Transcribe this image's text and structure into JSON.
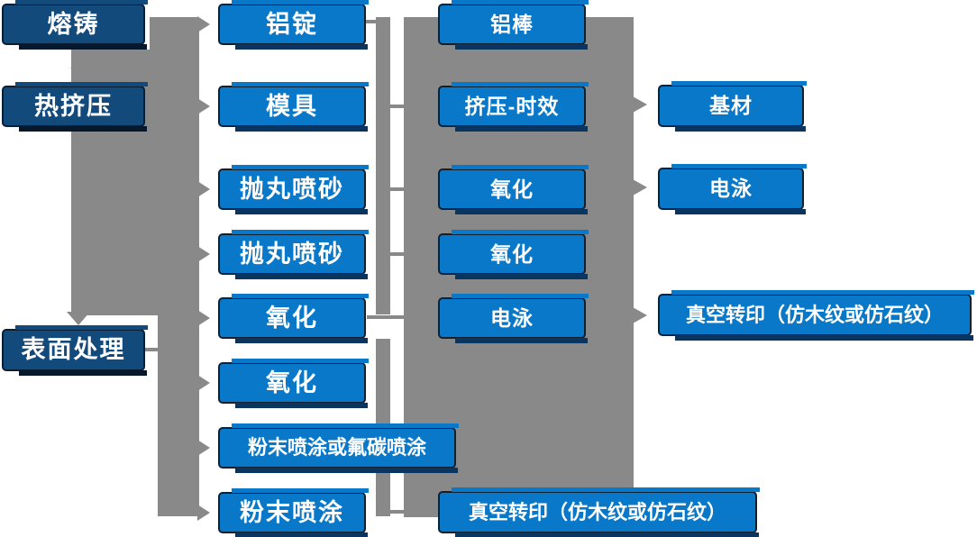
{
  "colors": {
    "navy": "#134A7C",
    "blue": "#0A78C8",
    "gray": "#898989",
    "text": "#FFFFFF",
    "background": "#FFFFFF"
  },
  "columns": {
    "col1": [
      {
        "label": "熔铸"
      },
      {
        "label": "热挤压"
      },
      {
        "label": "表面处理"
      }
    ],
    "col2": [
      {
        "label": "铝锭"
      },
      {
        "label": "模具"
      },
      {
        "label": "抛丸喷砂"
      },
      {
        "label": "抛丸喷砂"
      },
      {
        "label": "氧化"
      },
      {
        "label": "氧化"
      },
      {
        "label": "粉末喷涂或氟碳喷涂"
      },
      {
        "label": "粉末喷涂"
      }
    ],
    "col3": [
      {
        "label": "铝棒"
      },
      {
        "label": "挤压-时效"
      },
      {
        "label": "氧化"
      },
      {
        "label": "氧化"
      },
      {
        "label": "电泳"
      },
      {
        "label": "真空转印（仿木纹或仿石纹）"
      }
    ],
    "col4": [
      {
        "label": "基材"
      },
      {
        "label": "电泳"
      },
      {
        "label": "真空转印（仿木纹或仿石纹）"
      }
    ]
  }
}
